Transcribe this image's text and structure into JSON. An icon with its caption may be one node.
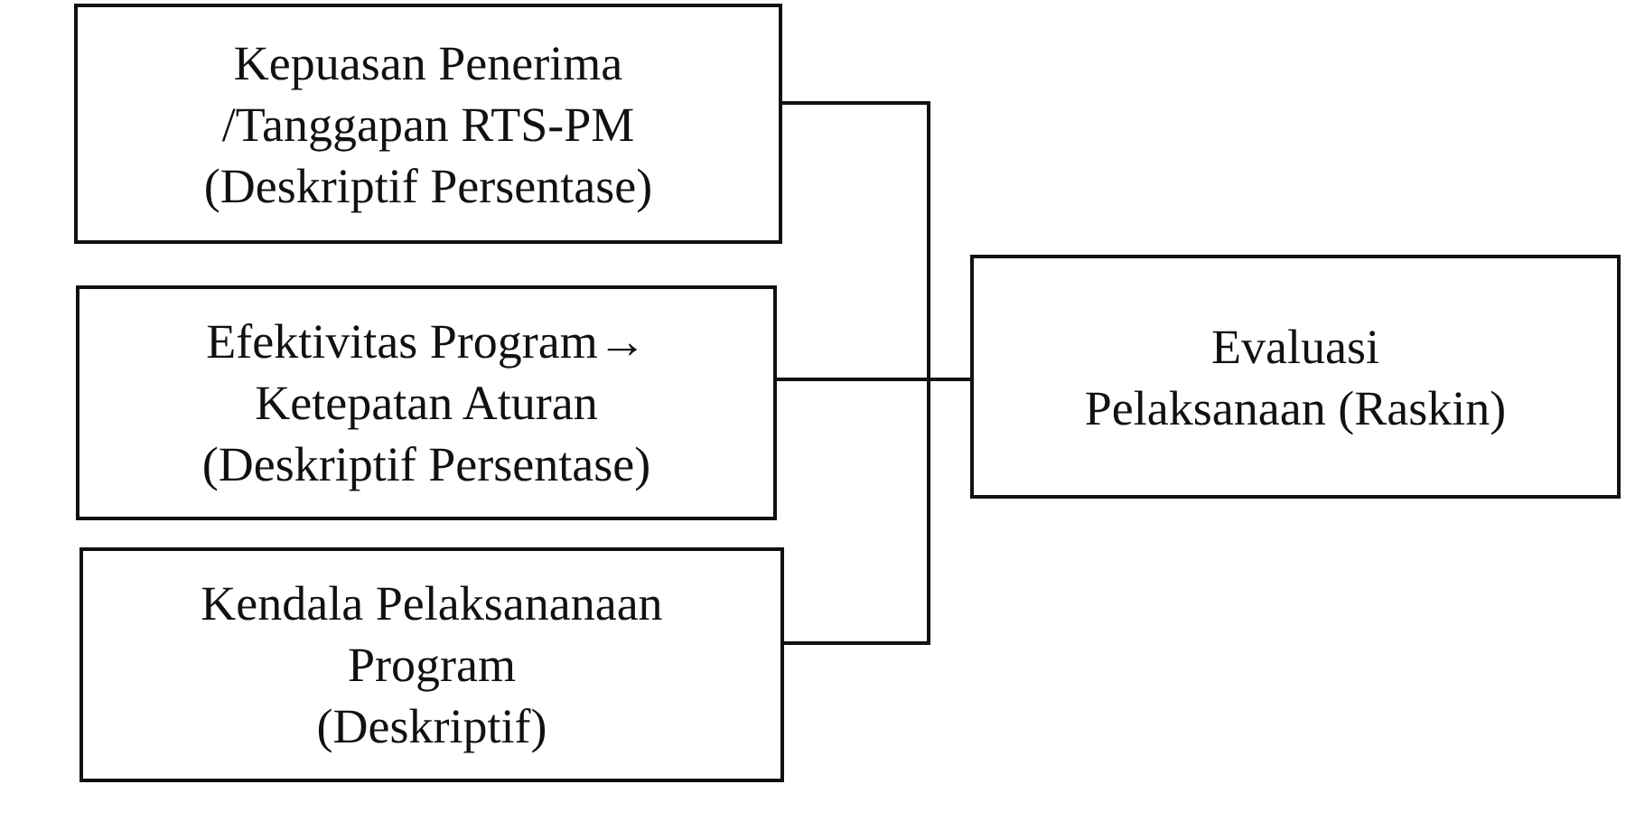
{
  "diagram": {
    "nodes": [
      {
        "text": [
          "Kepuasan Penerima /Tanggapan RTS-PM",
          "(Deskriptif Persentase)"
        ]
      },
      {
        "text": [
          "Efektivitas Program→ Ketepatan Aturan",
          "(Deskriptif Persentase)"
        ]
      },
      {
        "text": [
          "Kendala Pelaksananaan Program",
          "(Deskriptif)"
        ]
      },
      {
        "text": [
          "Evaluasi Pelaksanaan (Raskin)"
        ]
      }
    ],
    "edges": [
      {
        "from": 0,
        "to": 3,
        "arrow": "none"
      },
      {
        "from": 1,
        "to": 3,
        "arrow": "none"
      },
      {
        "from": 2,
        "to": 3,
        "arrow": "none"
      }
    ]
  }
}
